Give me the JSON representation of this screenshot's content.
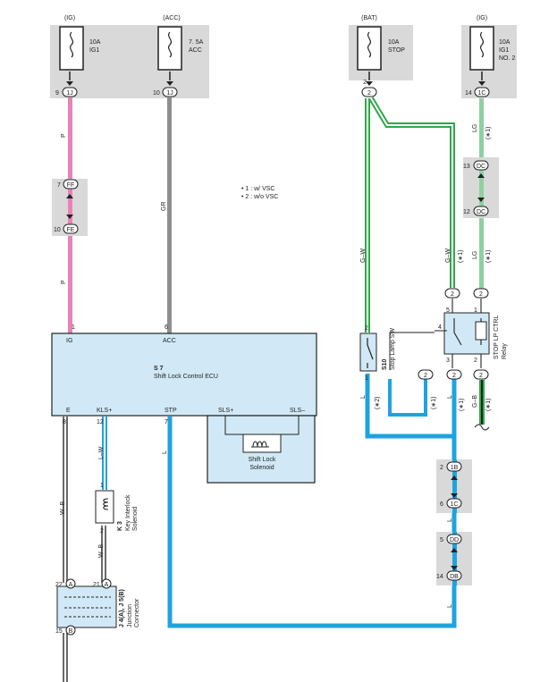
{
  "supplies": {
    "ig1_top": {
      "tag": "(IG)",
      "rating": "10A",
      "name": "IG1",
      "pin": "9",
      "conn": "1J"
    },
    "acc_top": {
      "tag": "(ACC)",
      "rating": "7. 5A",
      "name": "ACC",
      "pin": "10",
      "conn": "1J"
    },
    "bat_top": {
      "tag": "(BAT)",
      "rating": "10A",
      "name": "STOP",
      "pin": "2",
      "conn": "2"
    },
    "ig1no2_top": {
      "tag": "(IG)",
      "rating": "10A",
      "name1": "IG1",
      "name2": "NO. 2",
      "pin": "14",
      "conn": "1C"
    }
  },
  "legend": {
    "line1": "• 1 : w/ VSC",
    "line2": "• 2 : w/o VSC"
  },
  "wire_labels": {
    "p1": "P",
    "p2": "P",
    "gr": "GR",
    "gw1": "G–W",
    "gw2": "G–W",
    "lg1": "LG",
    "lg2": "LG",
    "gb": "G–B",
    "lw": "L–W",
    "wb1": "W–B",
    "wb2": "W–B",
    "l_stp": "L",
    "l_s10": "L",
    "l_relay": "L",
    "l_j1": "L",
    "l_j2": "L",
    "star1a": "(∗1)",
    "star1b": "(∗1)",
    "star1c": "(∗1)",
    "star1d": "(∗1)",
    "star1e": "(∗1)",
    "star1f": "(∗1)",
    "star2": "(∗2)"
  },
  "connectors": {
    "ff_top": {
      "pin": "7",
      "conn": "FF"
    },
    "fe_bot": {
      "pin": "10",
      "conn": "FE"
    },
    "dc_top": {
      "pin": "13",
      "conn": "DC"
    },
    "dc_bot": {
      "pin": "12",
      "conn": "DC"
    },
    "b1_top": {
      "pin": "2",
      "conn": "1B"
    },
    "c1_bot": {
      "pin": "6",
      "conn": "1C"
    },
    "dd_top": {
      "pin": "5",
      "conn": "DD"
    },
    "db_bot": {
      "pin": "14",
      "conn": "DB"
    },
    "relay_in1": "2",
    "relay_in2": "2",
    "s10_out": "2",
    "relay_out1": "2",
    "relay_out2": "2"
  },
  "ecu": {
    "code": "S 7",
    "name": "Shift Lock Control ECU",
    "pin_ig": "IG",
    "pin_acc": "ACC",
    "pin_e": "E",
    "pin_kls": "KLS+",
    "pin_stp": "STP",
    "pin_sls_p": "SLS+",
    "pin_sls_m": "SLS–",
    "num_ig": "1",
    "num_acc": "6",
    "num_e": "8",
    "num_kls": "12",
    "num_stp": "7"
  },
  "solenoid": {
    "line1": "Shift Lock",
    "line2": "Solenoid"
  },
  "k3": {
    "code": "K 3",
    "line1": "Key Interlock",
    "line2": "Solenoid",
    "pin_top": "1",
    "pin_bot": "2"
  },
  "s10": {
    "code": "S10",
    "name": "Stop Lamp SW",
    "pin_top": "2",
    "pin_bot": "1"
  },
  "relay": {
    "line1": "STOP LP CTRL",
    "line2": "Relay",
    "p5": "5",
    "p1": "1",
    "p4": "4",
    "p3": "3",
    "p2": "2"
  },
  "junction": {
    "code": "J 4(A), J 5(B)",
    "line1": "Junction",
    "line2": "Connector",
    "pin_a1": "22",
    "conn_a1": "A",
    "pin_a2": "21",
    "conn_a2": "A",
    "pin_b": "15",
    "conn_b": "B"
  },
  "colors": {
    "pink": "#e983b6",
    "gray": "#8d8e90",
    "green": "#2fa84a",
    "lightgreen": "#8fd0a0",
    "blue": "#1fa3e0",
    "box": "#d1e9f6",
    "fusebox": "#d9d9d9"
  }
}
